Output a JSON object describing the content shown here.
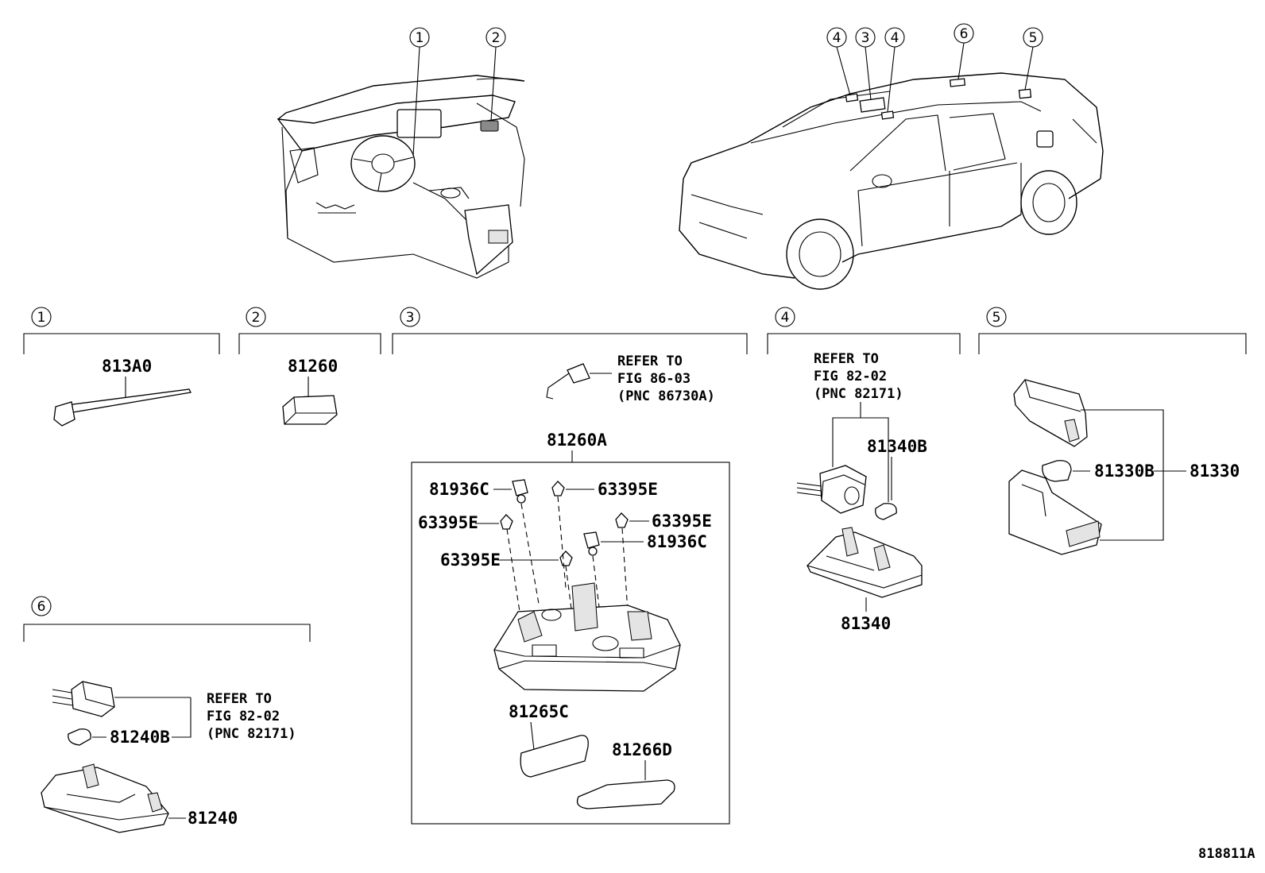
{
  "figure_id": "818811A",
  "callouts": [
    "1",
    "2",
    "3",
    "4",
    "5",
    "6"
  ],
  "sections": {
    "s1": {
      "number": "1",
      "parts": [
        "813A0"
      ]
    },
    "s2": {
      "number": "2",
      "parts": [
        "81260"
      ]
    },
    "s3": {
      "number": "3",
      "assembly": "81260A",
      "refer": {
        "line1": "REFER TO",
        "line2": "FIG 86-03",
        "line3": "(PNC 86730A)"
      },
      "parts": [
        "81936C",
        "63395E",
        "63395E",
        "63395E",
        "81936C",
        "63395E",
        "81265C",
        "81266D"
      ]
    },
    "s4": {
      "number": "4",
      "refer": {
        "line1": "REFER TO",
        "line2": "FIG 82-02",
        "line3": "(PNC 82171)"
      },
      "parts": [
        "81340B",
        "81340"
      ]
    },
    "s5": {
      "number": "5",
      "parts": [
        "81330B",
        "81330"
      ]
    },
    "s6": {
      "number": "6",
      "refer": {
        "line1": "REFER TO",
        "line2": "FIG 82-02",
        "line3": "(PNC 82171)"
      },
      "parts": [
        "81240B",
        "81240"
      ]
    }
  }
}
